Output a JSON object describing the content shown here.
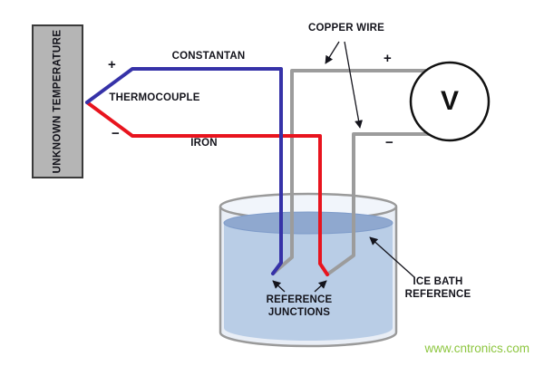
{
  "diagram": {
    "title_box": {
      "label": "UNKNOWN TEMPERATURE"
    },
    "wires": {
      "constantan_label": "CONSTANTAN",
      "thermocouple_label": "THERMOCOUPLE",
      "iron_label": "IRON",
      "copper_label": "COPPER WIRE"
    },
    "polarity": {
      "thermocouple_plus": "+",
      "thermocouple_minus": "−",
      "voltmeter_plus": "+",
      "voltmeter_minus": "−"
    },
    "voltmeter": {
      "label": "V"
    },
    "ice_bath": {
      "reference_junctions_label": "REFERENCE\nJUNCTIONS",
      "ice_bath_label": "ICE BATH\nREFERENCE"
    },
    "watermark": "www.cntronics.com"
  },
  "colors": {
    "constantan_wire": "#3632a8",
    "iron_wire": "#e8141e",
    "copper_wire": "#9c9c9c",
    "box_fill": "#b5b5b5",
    "water_fill": "#b9cde6",
    "water_surface": "#8fa8cf",
    "watermark": "#8dc63f"
  }
}
